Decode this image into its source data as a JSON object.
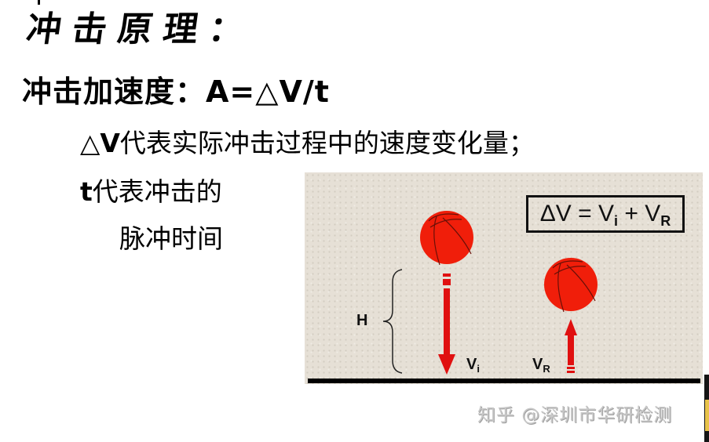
{
  "slide": {
    "title": "冲击原理：",
    "formula_label": "冲击加速度：",
    "formula": "A=△V/t",
    "delta_v_symbol": "△V",
    "delta_v_desc": "代表实际冲击过程中的速度变化量；",
    "t_symbol": "t",
    "t_desc_line1": "代表冲击的",
    "t_desc_line2": "脉冲时间"
  },
  "diagram": {
    "equation": {
      "lhs": "ΔV",
      "equals": " = ",
      "v1": "V",
      "v1_sub": "i",
      "plus": " + ",
      "v2": "V",
      "v2_sub": "R"
    },
    "height_label": "H",
    "impact_label": "V",
    "impact_sub": "i",
    "rebound_label": "V",
    "rebound_sub": "R",
    "colors": {
      "background": "#e6e0d6",
      "ball": "#f01e0a",
      "arrow": "#e01010",
      "ground": "#000000"
    }
  },
  "watermark": {
    "text": "知乎 @深圳市华研检测"
  }
}
